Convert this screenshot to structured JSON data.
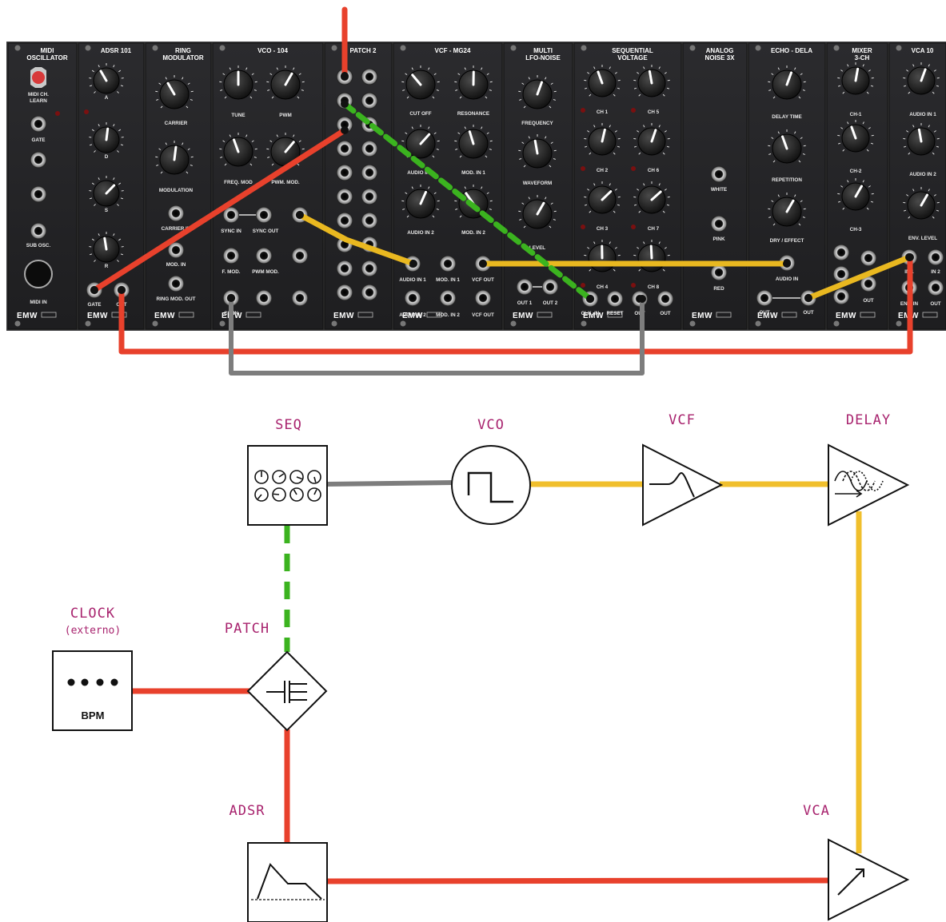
{
  "rack": {
    "modules": [
      {
        "id": "midi",
        "title": [
          "MIDI",
          "OSCILLATOR"
        ],
        "labels": [
          "MIDI CH.",
          "LEARN",
          "GATE",
          "SUB OSC.",
          "MIDI IN"
        ]
      },
      {
        "id": "adsr",
        "title": [
          "ADSR 101"
        ],
        "labels": [
          "A",
          "D",
          "S",
          "R",
          "GATE",
          "OUT"
        ]
      },
      {
        "id": "ring",
        "title": [
          "RING",
          "MODULATOR"
        ],
        "labels": [
          "CARRIER",
          "MODULATION",
          "CARRIER IN",
          "MOD. IN",
          "RING MOD. OUT"
        ]
      },
      {
        "id": "vco",
        "title": [
          "VCO - 104"
        ],
        "labels": [
          "TUNE",
          "PWM",
          "FREQ. MOD",
          "PWM. MOD.",
          "SYNC IN",
          "SYNC OUT",
          "F. MOD.",
          "PWM MOD.",
          "CV. IN"
        ]
      },
      {
        "id": "patch",
        "title": [
          "PATCH 2"
        ],
        "labels": []
      },
      {
        "id": "vcf",
        "title": [
          "VCF - MG24"
        ],
        "labels": [
          "CUT OFF",
          "RESONANCE",
          "AUDIO IN 1",
          "MOD. IN 1",
          "AUDIO IN 2",
          "MOD. IN 2",
          "AUDIO IN 1",
          "MOD. IN 1",
          "VCF OUT",
          "AUDIO IN 2",
          "MOD. IN 2",
          "VCF OUT"
        ]
      },
      {
        "id": "lfo",
        "title": [
          "MULTI",
          "LFO-NOISE"
        ],
        "labels": [
          "FREQUENCY",
          "WAVEFORM",
          "LEVEL",
          "OUT 1",
          "OUT 2"
        ]
      },
      {
        "id": "seq",
        "title": [
          "SEQUENTIAL",
          "VOLTAGE"
        ],
        "labels": [
          "CH 1",
          "CH 5",
          "CH 2",
          "CH 6",
          "CH 3",
          "CH 7",
          "CH 4",
          "CH 8",
          "CLK. IN",
          "RESET",
          "OUT",
          "OUT"
        ]
      },
      {
        "id": "noise",
        "title": [
          "ANALOG",
          "NOISE 3X"
        ],
        "labels": [
          "WHITE",
          "PINK",
          "RED"
        ]
      },
      {
        "id": "echo",
        "title": [
          "ECHO - DELA"
        ],
        "labels": [
          "DELAY TIME",
          "REPETITION",
          "DRY / EFFECT",
          "AUDIO IN",
          "OUT",
          "OUT"
        ]
      },
      {
        "id": "mixer",
        "title": [
          "MIXER",
          "3-CH"
        ],
        "labels": [
          "CH-1",
          "CH-2",
          "CH-3",
          "OUT"
        ]
      },
      {
        "id": "vca",
        "title": [
          "VCA 10"
        ],
        "labels": [
          "AUDIO IN 1",
          "AUDIO IN 2",
          "ENV. LEVEL",
          "IN 1",
          "IN 2",
          "ENV. IN",
          "OUT"
        ]
      }
    ],
    "brand": "EMW"
  },
  "cable_colors": {
    "red": "#e8412c",
    "yellow": "#e9b820",
    "green": "#3bb31f",
    "gray": "#7d7d7d"
  },
  "diagram": {
    "nodes": {
      "seq": {
        "label": "SEQ"
      },
      "vco": {
        "label": "VCO"
      },
      "vcf": {
        "label": "VCF"
      },
      "delay": {
        "label": "DELAY"
      },
      "clock": {
        "label": "CLOCK",
        "sublabel": "(externo)",
        "text": "BPM"
      },
      "patch": {
        "label": "PATCH"
      },
      "adsr": {
        "label": "ADSR"
      },
      "vca": {
        "label": "VCA"
      }
    },
    "connections": [
      {
        "from": "seq",
        "to": "vco",
        "color": "gray"
      },
      {
        "from": "vco",
        "to": "vcf",
        "color": "yellow"
      },
      {
        "from": "vcf",
        "to": "delay",
        "color": "yellow"
      },
      {
        "from": "delay",
        "to": "vca",
        "color": "yellow"
      },
      {
        "from": "seq",
        "to": "patch",
        "color": "green",
        "dashed": true
      },
      {
        "from": "clock",
        "to": "patch",
        "color": "red"
      },
      {
        "from": "patch",
        "to": "adsr",
        "color": "red"
      },
      {
        "from": "adsr",
        "to": "vca",
        "color": "red"
      }
    ]
  }
}
